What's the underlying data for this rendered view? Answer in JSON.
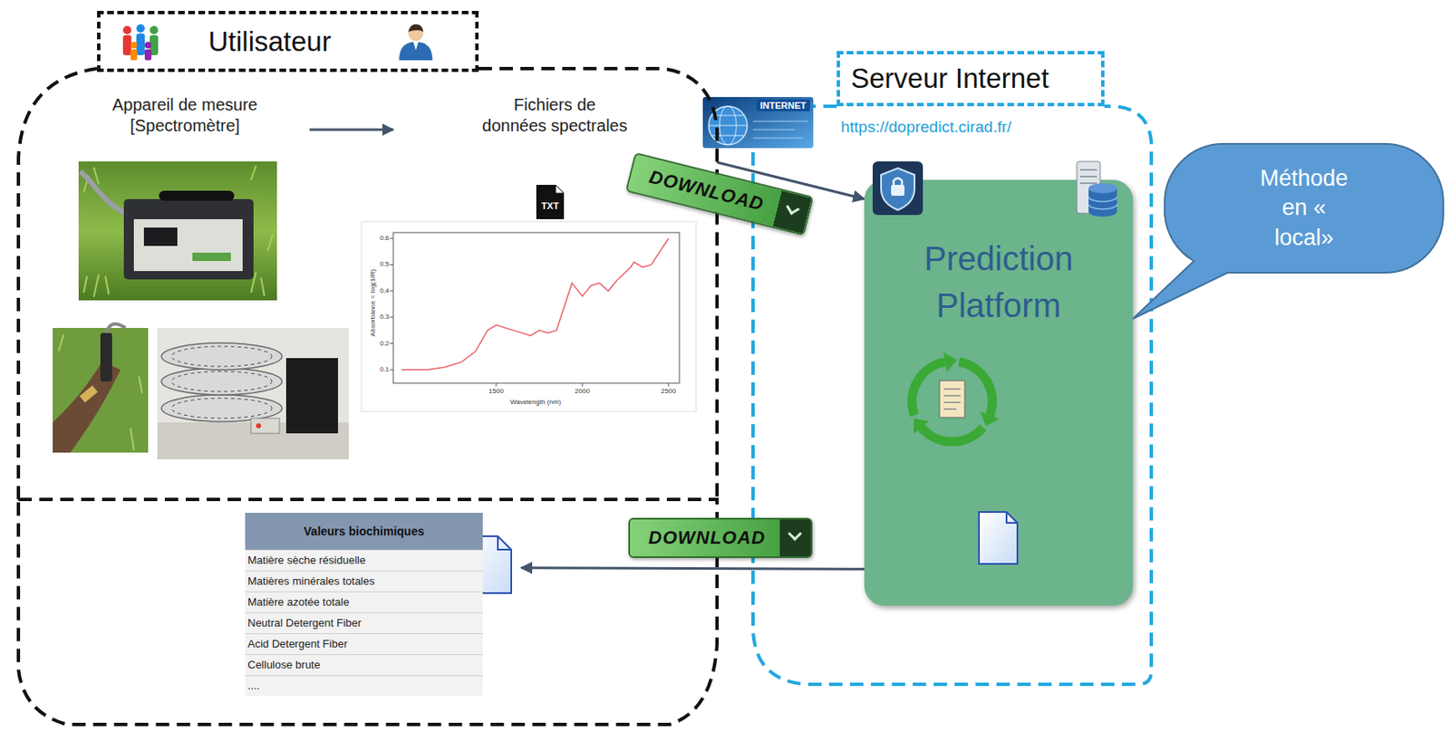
{
  "diagram": {
    "nodes": [
      {
        "text": [
          "Utilisateur",
          "Appareil de mesure [Spectromètre]",
          "Fichiers de données spectrales"
        ]
      },
      {
        "text": [
          "Serveur Internet",
          "https://dopredict.cirad.fr/"
        ]
      },
      {
        "text": [
          "Prediction Platform"
        ],
        "in": 1
      },
      {
        "text": [
          "Méthode en « local»"
        ]
      },
      {
        "text": [
          "Valeurs biochimiques",
          "Matière sèche résiduelle",
          "Matières minérales totales",
          "Matière azotée totale",
          "Neutral Detergent Fiber",
          "Acid Detergent Fiber",
          "Cellulose brute",
          "...."
        ]
      }
    ],
    "edges": [
      {
        "from": 0,
        "to": 2,
        "arrow": "to"
      },
      {
        "from": 2,
        "to": 4,
        "arrow": "to"
      }
    ],
    "labels": [
      "INTERNET",
      "DOWNLOAD",
      "TXT",
      "0.6",
      "0.5",
      "0.4",
      "0.3",
      "0.2",
      "0.1",
      "Absorbance = log(1/R)",
      "1500",
      "2000",
      "2500",
      "Wavelength (nm)",
      "DOWNLOAD"
    ]
  }
}
